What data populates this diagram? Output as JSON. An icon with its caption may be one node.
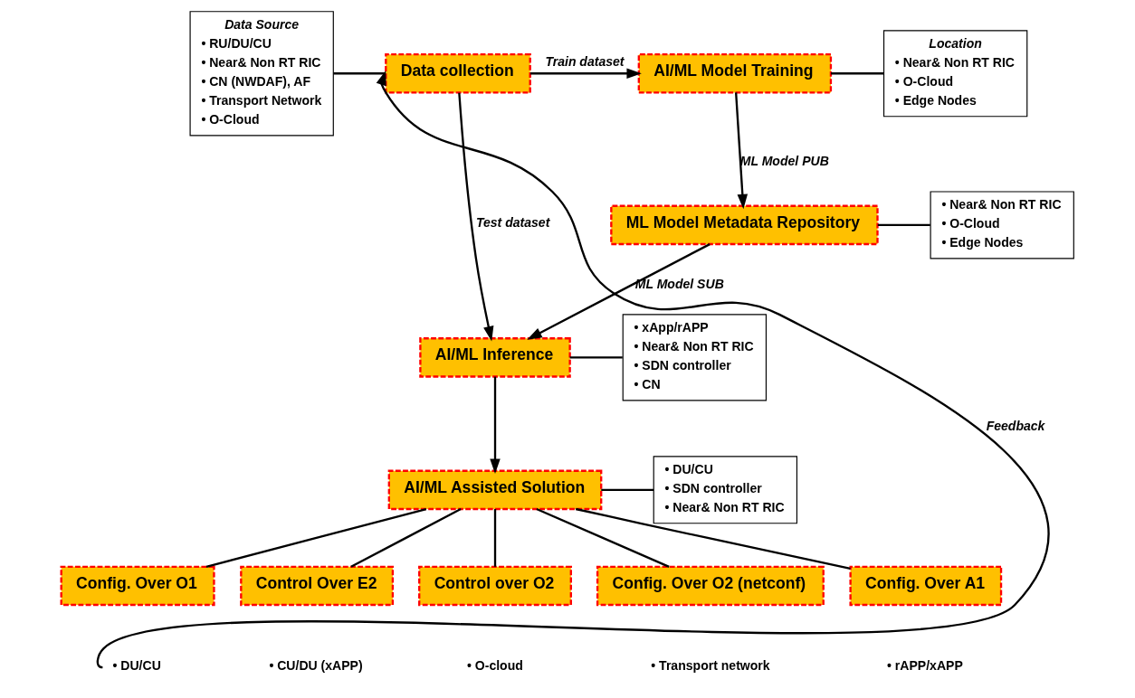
{
  "diagram": {
    "nodes": [
      {
        "text": [
          "Data Source",
          "• RU/DU/CU",
          "• Near& Non RT RIC",
          "• CN (NWDAF), AF",
          "• Transport Network",
          "• O-Cloud"
        ]
      },
      {
        "text": [
          "Data collection"
        ]
      },
      {
        "text": [
          "AI/ML Model Training"
        ]
      },
      {
        "text": [
          "Location",
          "• Near& Non RT RIC",
          "• O-Cloud",
          "• Edge Nodes"
        ]
      },
      {
        "text": [
          "ML Model Metadata Repository"
        ]
      },
      {
        "text": [
          "• Near& Non RT RIC",
          "• O-Cloud",
          "• Edge Nodes"
        ]
      },
      {
        "text": [
          "AI/ML Inference"
        ]
      },
      {
        "text": [
          "• xApp/rAPP",
          "• Near& Non RT RIC",
          "• SDN controller",
          "• CN"
        ]
      },
      {
        "text": [
          "AI/ML Assisted Solution"
        ]
      },
      {
        "text": [
          "• DU/CU",
          "• SDN controller",
          "• Near& Non RT RIC"
        ]
      },
      {
        "text": [
          "Config. Over O1"
        ]
      },
      {
        "text": [
          "Control Over E2"
        ]
      },
      {
        "text": [
          "Control over O2"
        ]
      },
      {
        "text": [
          "Config. Over O2 (netconf)"
        ]
      },
      {
        "text": [
          "Config. Over A1"
        ]
      },
      {
        "text": [
          "• DU/CU"
        ]
      }
    ],
    "edges": [
      {
        "from": 0,
        "to": 1,
        "arrow": "none"
      },
      {
        "from": 1,
        "to": 2,
        "arrow": "to",
        "label": "Train dataset"
      },
      {
        "from": 2,
        "to": 3,
        "arrow": "none"
      },
      {
        "from": 2,
        "to": 4,
        "arrow": "to",
        "label": "ML Model PUB"
      },
      {
        "from": 4,
        "to": 5,
        "arrow": "none"
      },
      {
        "from": 4,
        "to": 6,
        "arrow": "to",
        "label": "ML Model SUB"
      },
      {
        "from": 1,
        "to": 6,
        "arrow": "to",
        "label": "Test dataset"
      },
      {
        "from": 6,
        "to": 7,
        "arrow": "none"
      },
      {
        "from": 6,
        "to": 8,
        "arrow": "to"
      },
      {
        "from": 8,
        "to": 9,
        "arrow": "none"
      },
      {
        "from": 8,
        "to": 10,
        "arrow": "none"
      },
      {
        "from": 8,
        "to": 11,
        "arrow": "none"
      },
      {
        "from": 8,
        "to": 12,
        "arrow": "none"
      },
      {
        "from": 8,
        "to": 13,
        "arrow": "none"
      },
      {
        "from": 8,
        "to": 14,
        "arrow": "none"
      },
      {
        "from": 15,
        "to": 1,
        "arrow": "to",
        "label": "Feedback"
      }
    ],
    "labels": [
      "• CU/DU (xAPP)",
      "• O-cloud",
      "• Transport network",
      "• rAPP/xAPP"
    ]
  }
}
